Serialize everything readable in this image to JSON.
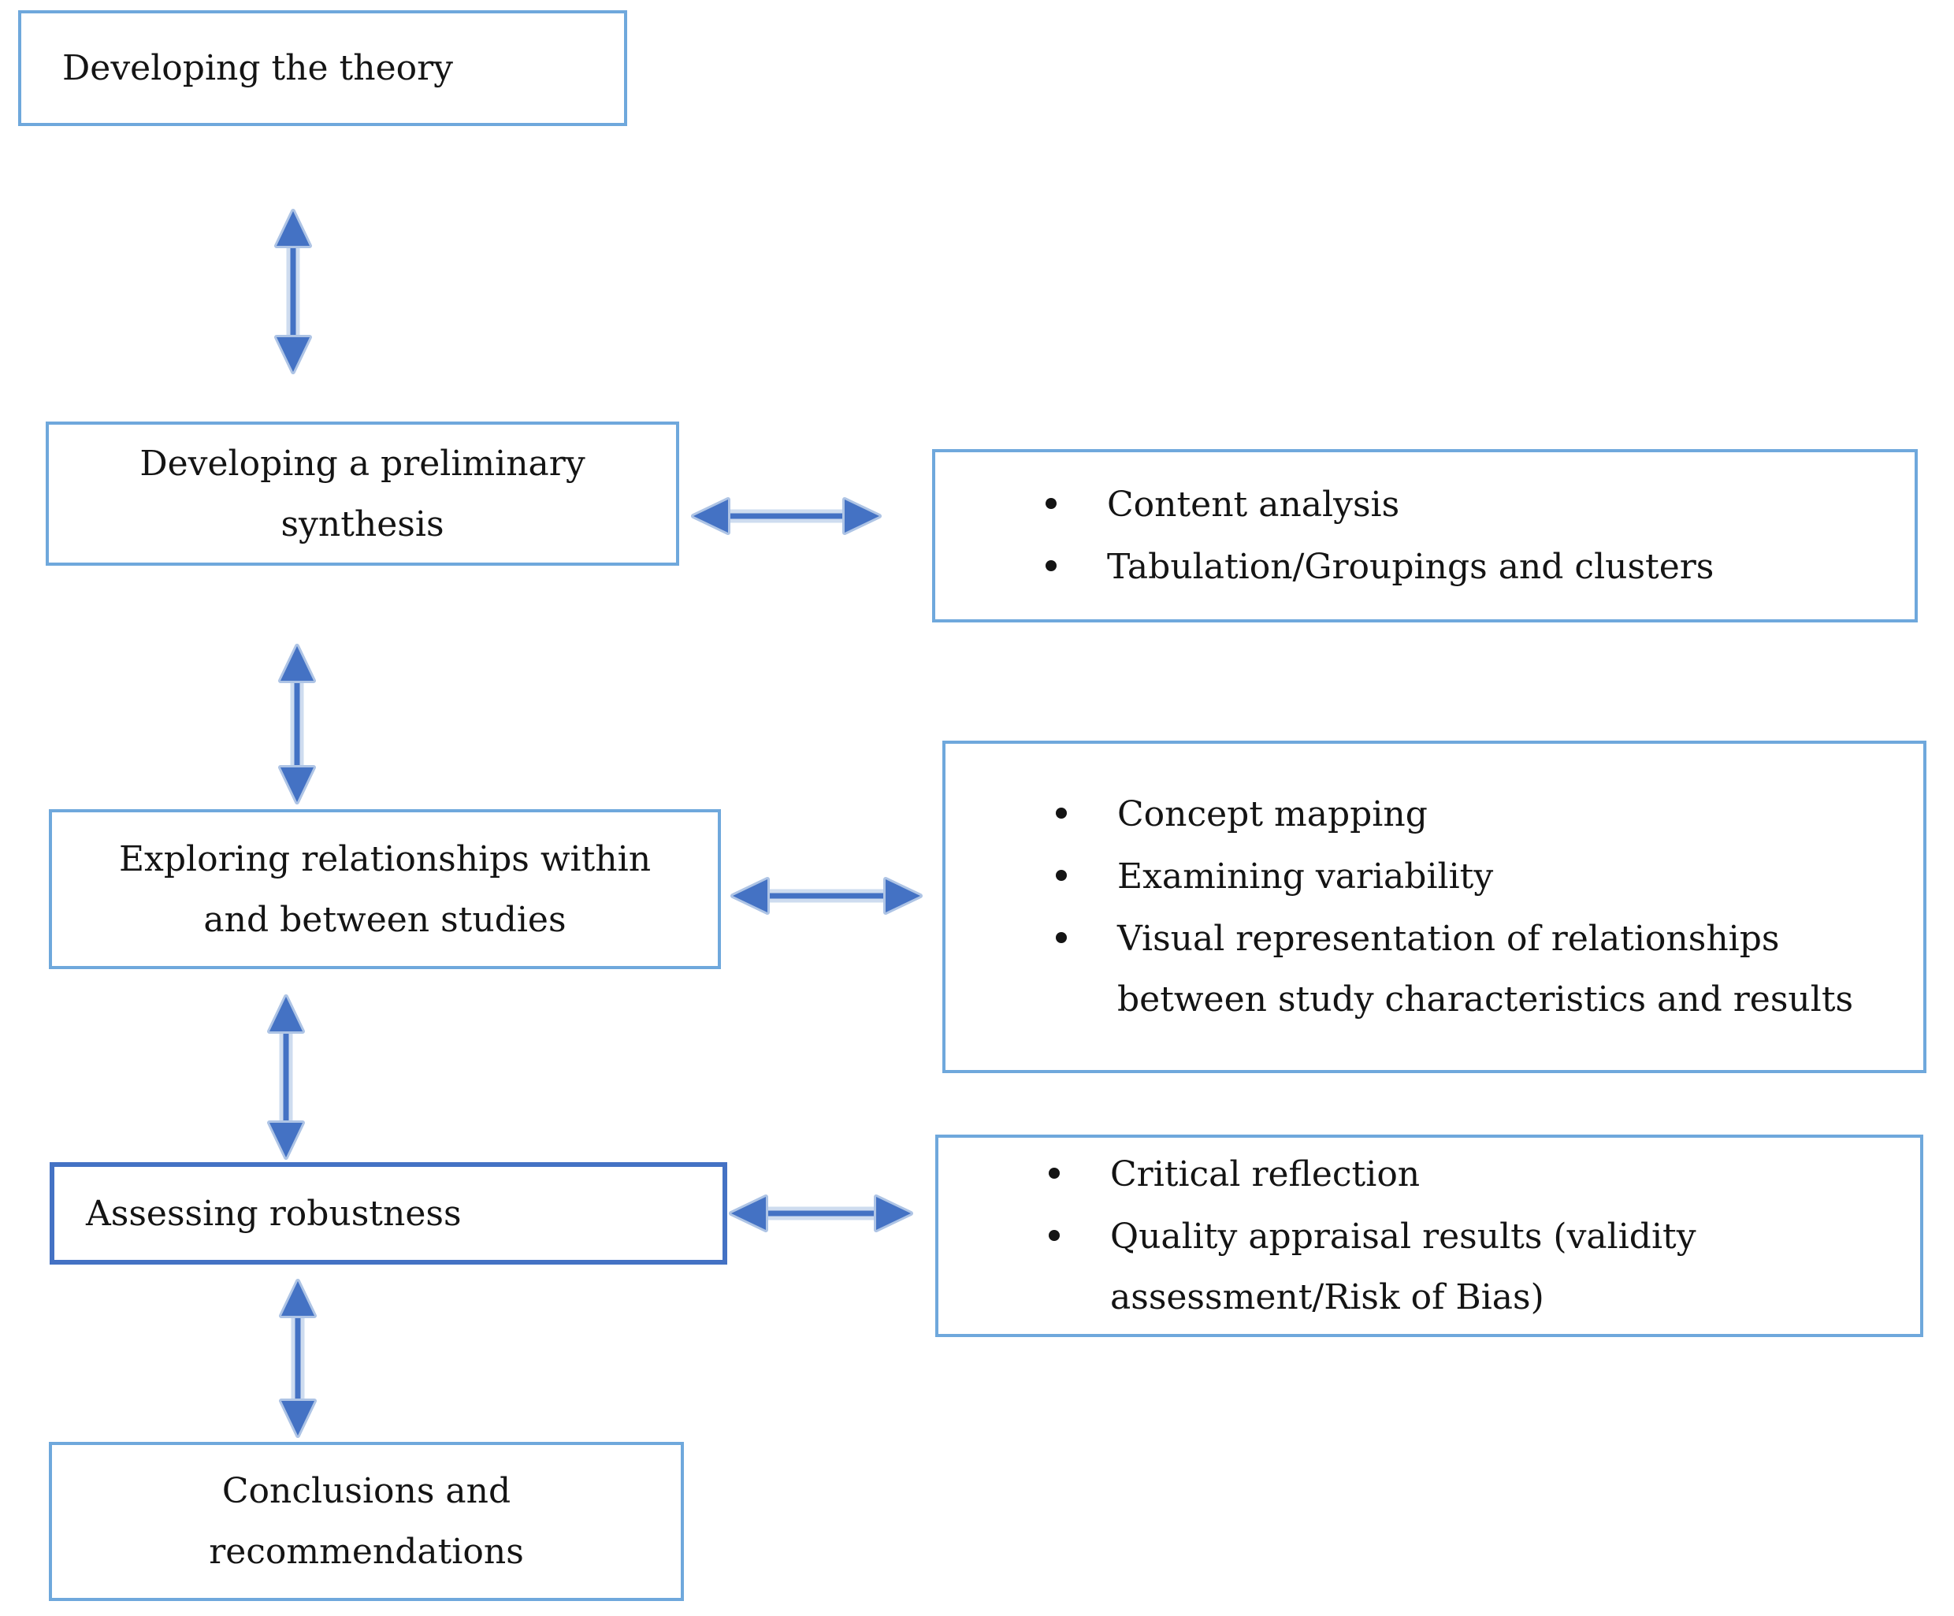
{
  "theme": {
    "box_border_light": "#6FA8DC",
    "box_border_dark": "#4472C4",
    "arrow_color": "#4472C4",
    "arrow_halo": "#AEC4E5",
    "text_color": "#141414",
    "background": "#FFFFFF"
  },
  "flowchart": {
    "steps": [
      {
        "id": "theory",
        "label": "Developing the theory"
      },
      {
        "id": "synthesis",
        "label": "Developing a preliminary synthesis"
      },
      {
        "id": "relationships",
        "label": "Exploring relationships within and between studies"
      },
      {
        "id": "robustness",
        "label": "Assessing robustness"
      },
      {
        "id": "conclusions",
        "label": "Conclusions and recommendations"
      }
    ],
    "details": [
      {
        "for": "synthesis",
        "items": [
          "Content analysis",
          "Tabulation/Groupings and clusters"
        ]
      },
      {
        "for": "relationships",
        "items": [
          "Concept mapping",
          "Examining variability",
          "Visual representation of relationships between study characteristics and results"
        ]
      },
      {
        "for": "robustness",
        "items": [
          "Critical reflection",
          "Quality appraisal results (validity assessment/Risk of Bias)"
        ]
      }
    ]
  }
}
